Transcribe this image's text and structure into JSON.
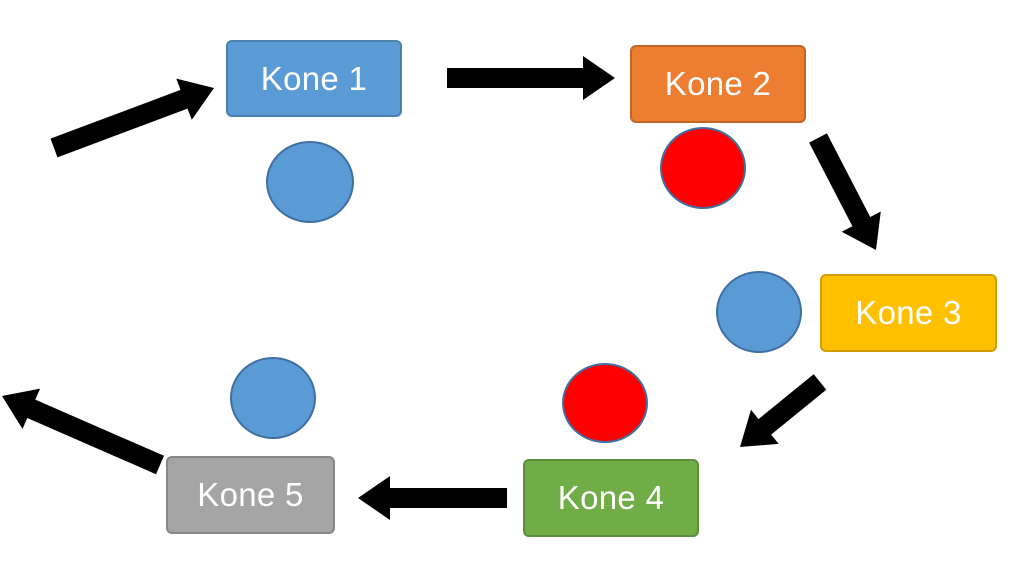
{
  "colors": {
    "arrow": "#000000",
    "blue_dot": "#5b9bd5",
    "red_dot": "#ff0000"
  },
  "machines": [
    {
      "id": "kone-1",
      "label": "Kone 1",
      "color": "#5b9bd5"
    },
    {
      "id": "kone-2",
      "label": "Kone 2",
      "color": "#ed7d31"
    },
    {
      "id": "kone-3",
      "label": "Kone 3",
      "color": "#ffc000"
    },
    {
      "id": "kone-4",
      "label": "Kone 4",
      "color": "#70ad47"
    },
    {
      "id": "kone-5",
      "label": "Kone 5",
      "color": "#a5a5a5"
    }
  ],
  "status_dots": [
    {
      "machine": "Kone 1",
      "color": "blue"
    },
    {
      "machine": "Kone 2",
      "color": "red"
    },
    {
      "machine": "Kone 3",
      "color": "blue"
    },
    {
      "machine": "Kone 4",
      "color": "red"
    },
    {
      "machine": "Kone 5",
      "color": "blue"
    }
  ],
  "flow": [
    {
      "from": "",
      "to": "Kone 1"
    },
    {
      "from": "Kone 1",
      "to": "Kone 2"
    },
    {
      "from": "Kone 2",
      "to": "Kone 3"
    },
    {
      "from": "Kone 3",
      "to": "Kone 4"
    },
    {
      "from": "Kone 4",
      "to": "Kone 5"
    },
    {
      "from": "Kone 5",
      "to": ""
    }
  ]
}
